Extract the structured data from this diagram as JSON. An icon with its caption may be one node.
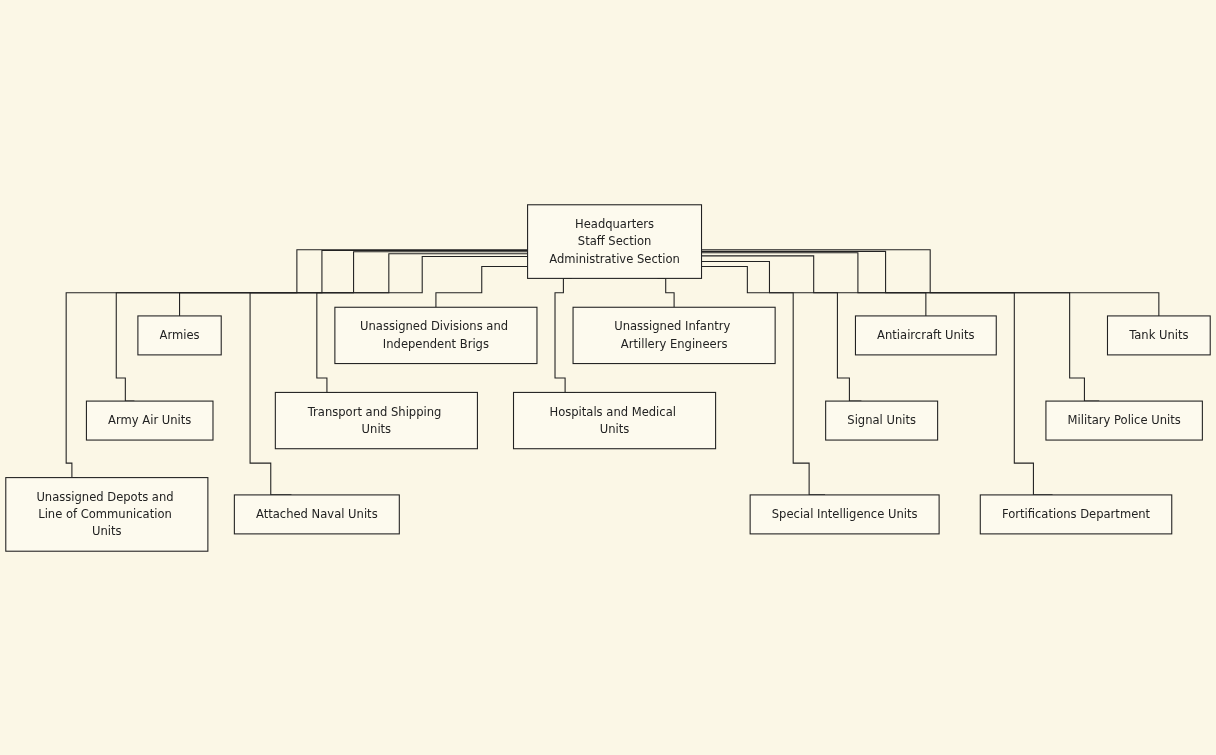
{
  "diagram": {
    "nodes": [
      {
        "text": [
          "Headquarters",
          "Staff Section",
          "Administrative Section"
        ]
      },
      {
        "text": [
          "Armies"
        ]
      },
      {
        "text": [
          "Unassigned Divisions and Independent Brigs"
        ]
      },
      {
        "text": [
          "Antiaircraft Units"
        ]
      },
      {
        "text": [
          "Tank Units"
        ]
      },
      {
        "text": [
          "Unassigned Infantry Artillery Engineers"
        ]
      },
      {
        "text": [
          "Army Air Units"
        ]
      },
      {
        "text": [
          "Transport and Shipping Units"
        ]
      },
      {
        "text": [
          "Signal Units"
        ]
      },
      {
        "text": [
          "Military Police Units"
        ]
      },
      {
        "text": [
          "Hospitals and Medical Units"
        ]
      },
      {
        "text": [
          "Unassigned Depots and Line of Communication Units"
        ]
      },
      {
        "text": [
          "Attached Naval Units"
        ]
      },
      {
        "text": [
          "Special Intelligence Units"
        ]
      },
      {
        "text": [
          "Fortifications Department"
        ]
      }
    ],
    "edges": [
      {
        "from": 0,
        "to": 1,
        "arrow": "none"
      },
      {
        "from": 0,
        "to": 2,
        "arrow": "none"
      },
      {
        "from": 0,
        "to": 3,
        "arrow": "none"
      },
      {
        "from": 0,
        "to": 4,
        "arrow": "none"
      },
      {
        "from": 0,
        "to": 5,
        "arrow": "none"
      },
      {
        "from": 0,
        "to": 6,
        "arrow": "none"
      },
      {
        "from": 0,
        "to": 7,
        "arrow": "none"
      },
      {
        "from": 0,
        "to": 8,
        "arrow": "none"
      },
      {
        "from": 0,
        "to": 9,
        "arrow": "none"
      },
      {
        "from": 0,
        "to": 10,
        "arrow": "none"
      },
      {
        "from": 0,
        "to": 11,
        "arrow": "none"
      },
      {
        "from": 0,
        "to": 12,
        "arrow": "none"
      },
      {
        "from": 0,
        "to": 13,
        "arrow": "none"
      },
      {
        "from": 0,
        "to": 14,
        "arrow": "none"
      }
    ]
  }
}
